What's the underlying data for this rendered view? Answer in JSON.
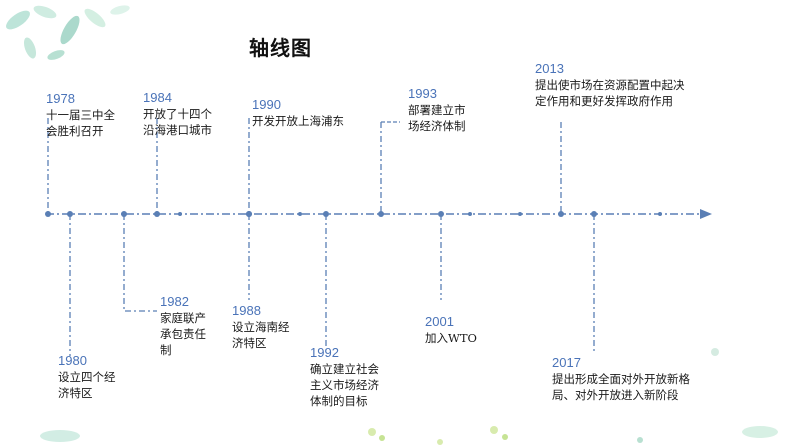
{
  "title": "轴线图",
  "timeline": {
    "above": [
      {
        "year": "1978",
        "text": "十一届三中全\n会胜利召开"
      },
      {
        "year": "1984",
        "text": "开放了十四个\n沿海港口城市"
      },
      {
        "year": "1990",
        "text": "开发开放上海浦东"
      },
      {
        "year": "1993",
        "text": "部署建立市\n场经济体制"
      },
      {
        "year": "2013",
        "text": "提出使市场在资源配置中起决\n定作用和更好发挥政府作用"
      }
    ],
    "below": [
      {
        "year": "1980",
        "text": "设立四个经\n济特区"
      },
      {
        "year": "1982",
        "text": "家庭联产\n承包责任\n制"
      },
      {
        "year": "1988",
        "text": "设立海南经\n济特区"
      },
      {
        "year": "1992",
        "text": "确立建立社会\n主义市场经济\n体制的目标"
      },
      {
        "year": "2001",
        "text": "加入WTO"
      },
      {
        "year": "2017",
        "text": "提出形成全面对外开放新格\n局、对外开放进入新阶段"
      }
    ]
  },
  "colors": {
    "accent": "#4a73b8",
    "line": "#5a7fb5",
    "leaf": "#9fd3c4",
    "flower": "#c9e58a"
  }
}
